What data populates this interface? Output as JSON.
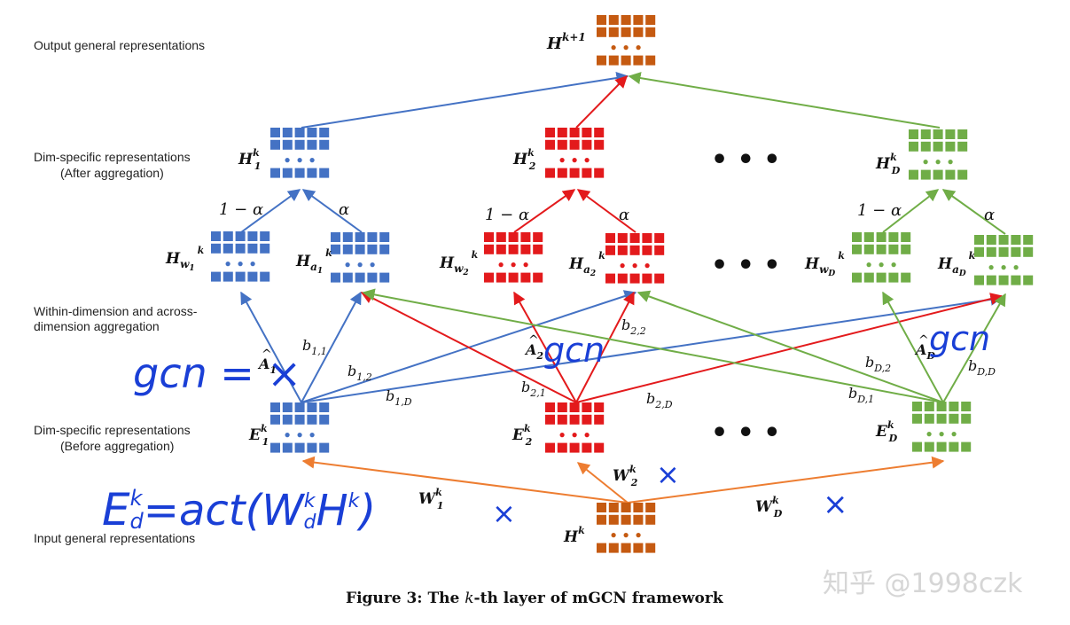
{
  "row_labels": {
    "output": "Output general representations",
    "dim_after_1": "Dim-specific representations",
    "dim_after_2": "(After aggregation)",
    "within_1": "Within-dimension and across-",
    "within_2": "dimension aggregation",
    "dim_before_1": "Dim-specific representations",
    "dim_before_2": "(Before aggregation)",
    "input": "Input general representations"
  },
  "colors": {
    "blue": "#4472c4",
    "red": "#e31a1c",
    "green": "#70ad47",
    "orange": "#c55a11",
    "orange_line": "#ed7d31",
    "ink": "#1a3fd6"
  },
  "nodes": {
    "H_next": "H",
    "H_next_sup": "k+1",
    "H1": "H",
    "H1_sub": "1",
    "H1_sup": "k",
    "H2": "H",
    "H2_sub": "2",
    "H2_sup": "k",
    "HD": "H",
    "HD_sub": "D",
    "HD_sup": "k",
    "Hw1": "H",
    "Hw1_sub": "w",
    "Hw1_subsub": "1",
    "Hw1_sup": "k",
    "Ha1": "H",
    "Ha1_sub": "a",
    "Ha1_subsub": "1",
    "Ha1_sup": "k",
    "Hw2": "H",
    "Hw2_sub": "w",
    "Hw2_subsub": "2",
    "Hw2_sup": "k",
    "Ha2": "H",
    "Ha2_sub": "a",
    "Ha2_subsub": "2",
    "Ha2_sup": "k",
    "HwD": "H",
    "HwD_sub": "w",
    "HwD_subsub": "D",
    "HwD_sup": "k",
    "HaD": "H",
    "HaD_sub": "a",
    "HaD_subsub": "D",
    "HaD_sup": "k",
    "E1": "E",
    "E1_sub": "1",
    "E1_sup": "k",
    "E2": "E",
    "E2_sub": "2",
    "E2_sup": "k",
    "ED": "E",
    "ED_sub": "D",
    "ED_sup": "k",
    "Hk": "H",
    "Hk_sup": "k",
    "A1": "A",
    "A1_sub": "1",
    "A2": "A",
    "A2_sub": "2",
    "AD": "A",
    "AD_sub": "D"
  },
  "weights": {
    "one_minus_alpha": "1 − α",
    "alpha": "α",
    "W1": "W",
    "W1_sub": "1",
    "W1_sup": "k",
    "W2": "W",
    "W2_sub": "2",
    "W2_sup": "k",
    "WD": "W",
    "WD_sub": "D",
    "WD_sup": "k"
  },
  "edge_labels": {
    "b11": "b",
    "b11_sub": "1,1",
    "b12": "b",
    "b12_sub": "1,2",
    "b1D": "b",
    "b1D_sub": "1,D",
    "b21": "b",
    "b21_sub": "2,1",
    "b22": "b",
    "b22_sub": "2,2",
    "b2D": "b",
    "b2D_sub": "2,D",
    "bD1": "b",
    "bD1_sub": "D,1",
    "bD2": "b",
    "bD2_sub": "D,2",
    "bDD": "b",
    "bDD_sub": "D,D"
  },
  "ellipsis": "• • •",
  "caption": {
    "prefix": "Figure 3: The ",
    "k": "k",
    "suffix": "-th layer of mGCN framework"
  },
  "handwriting": {
    "gcn_left": "gcn = ×",
    "gcn_mid": "gcn",
    "gcn_right": "gcn",
    "formula": "E",
    "formula_sub": "d",
    "formula_sup": "k",
    "formula_rest": "=act(W",
    "formula_w_sub": "d",
    "formula_w_sup": "k",
    "formula_h": "H",
    "formula_h_sup": "k",
    "formula_close": ")",
    "x1": "×",
    "x2": "×",
    "x3": "×"
  },
  "watermark": "知乎 @1998czk"
}
